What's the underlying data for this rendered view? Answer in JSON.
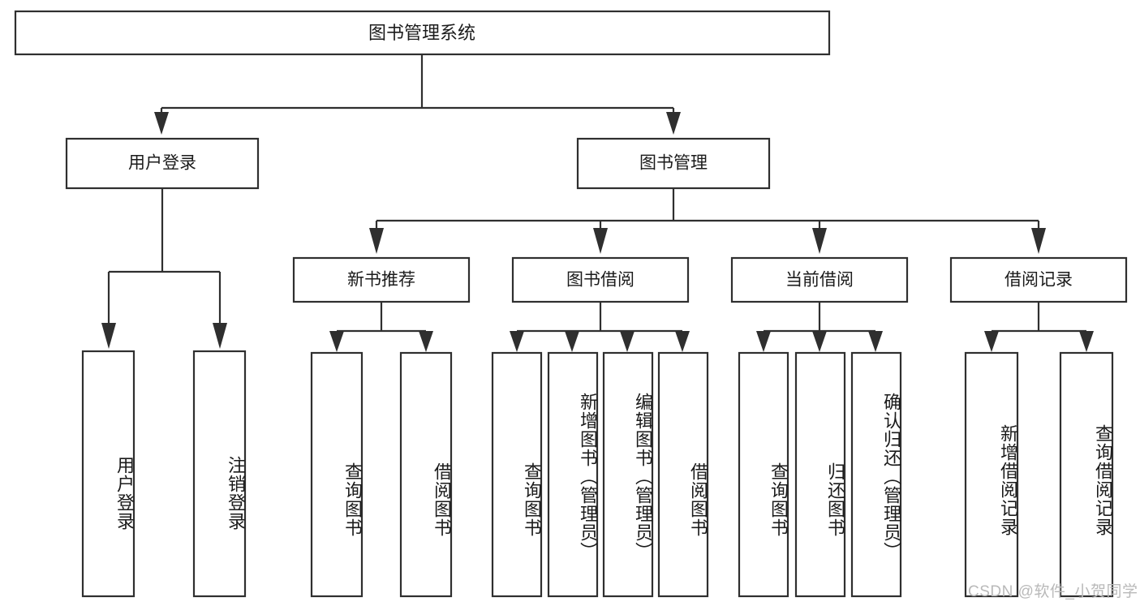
{
  "diagram": {
    "type": "tree",
    "title_node": {
      "label": "图书管理系统"
    },
    "level2": [
      {
        "label": "用户登录"
      },
      {
        "label": "图书管理"
      }
    ],
    "level3": [
      {
        "label": "新书推荐"
      },
      {
        "label": "图书借阅"
      },
      {
        "label": "当前借阅"
      },
      {
        "label": "借阅记录"
      }
    ],
    "leaves": {
      "user_login": [
        {
          "label": "用户登录"
        },
        {
          "label": "注销登录"
        }
      ],
      "new_book_recommend": [
        {
          "label": "查询图书"
        },
        {
          "label": "借阅图书"
        }
      ],
      "book_borrow": [
        {
          "label": "查询图书"
        },
        {
          "label": "新增图书（管理员）"
        },
        {
          "label": "编辑图书（管理员）"
        },
        {
          "label": "借阅图书"
        }
      ],
      "current_borrow": [
        {
          "label": "查询图书"
        },
        {
          "label": "归还图书"
        },
        {
          "label": "确认归还（管理员）"
        }
      ],
      "borrow_record": [
        {
          "label": "新增借阅记录"
        },
        {
          "label": "查询借阅记录"
        }
      ]
    }
  },
  "watermark": {
    "text": "CSDN @软件_小贺同学"
  },
  "colors": {
    "box_stroke": "#2f2f2f",
    "box_fill": "#ffffff",
    "text": "#1b1b1b",
    "watermark": "#b9b9b9",
    "background": "#ffffff"
  }
}
